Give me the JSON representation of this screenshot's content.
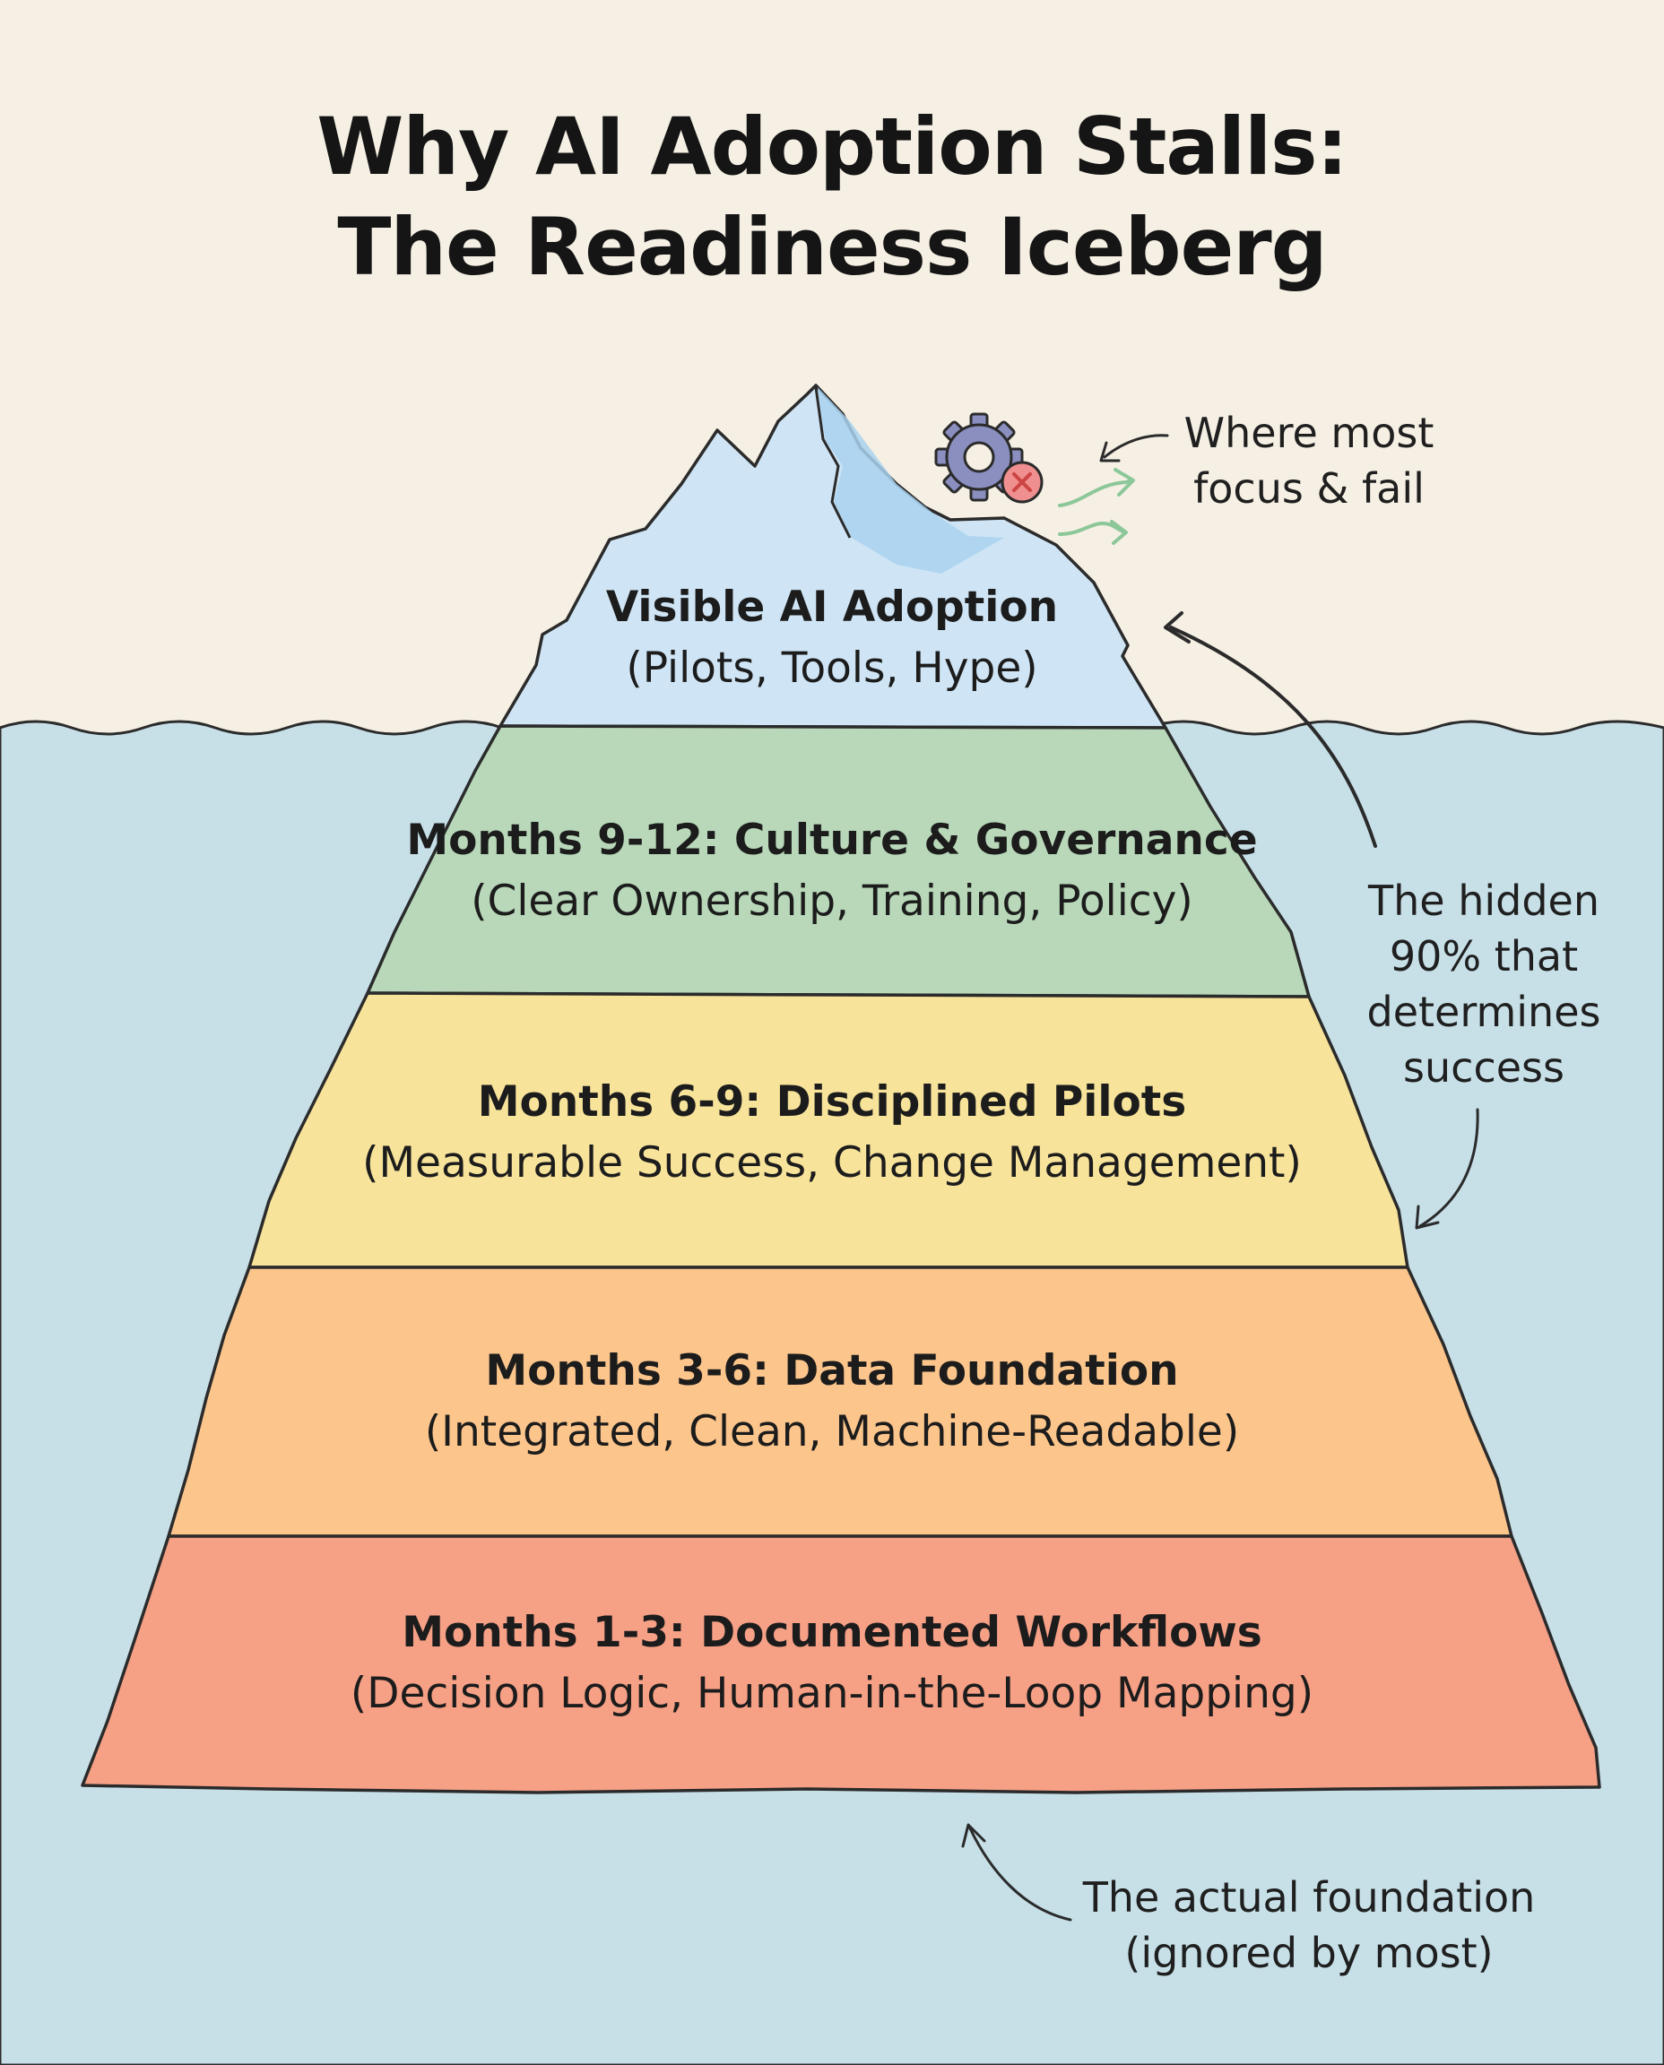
{
  "title": {
    "line1": "Why AI Adoption Stalls:",
    "line2": "The Readiness Iceberg"
  },
  "layers": [
    {
      "heading": "Visible AI Adoption",
      "detail": "(Pilots, Tools, Hype)",
      "color": "#cfe5f5"
    },
    {
      "heading": "Months 9-12: Culture & Governance",
      "detail": "(Clear Ownership, Training, Policy)",
      "color": "#b8d8b9"
    },
    {
      "heading": "Months 6-9: Disciplined Pilots",
      "detail": "(Measurable Success, Change Management)",
      "color": "#f7e39a"
    },
    {
      "heading": "Months 3-6: Data Foundation",
      "detail": "(Integrated, Clean, Machine-Readable)",
      "color": "#fcc58c"
    },
    {
      "heading": "Months 1-3: Documented Workflows",
      "detail": "(Decision Logic, Human-in-the-Loop Mapping)",
      "color": "#f6a086"
    }
  ],
  "annotations": {
    "top": {
      "line1": "Where most",
      "line2": "focus & fail"
    },
    "middle": {
      "line1": "The hidden",
      "line2": "90% that",
      "line3": "determines",
      "line4": "success"
    },
    "bottom": {
      "line1": "The actual foundation",
      "line2": "(ignored by most)"
    }
  },
  "icons": [
    "gear-icon",
    "error-x-icon",
    "shuffle-arrow-icon"
  ],
  "colors": {
    "sky": "#f6f0e4",
    "water": "#c7e0e8",
    "outline": "#2b2b2b",
    "ice_shade": "#a9d2ee",
    "gear": "#8a8fc0",
    "error": "#f08f8f",
    "shuffle": "#8cc79a"
  }
}
